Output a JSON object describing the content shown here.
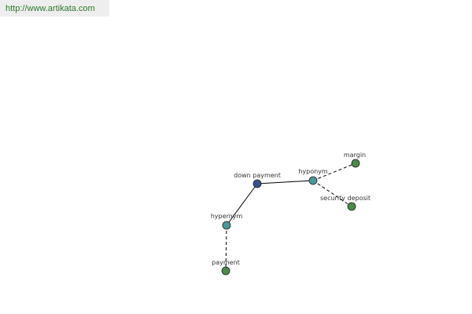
{
  "banner": {
    "url": "http://www.artikata.com"
  },
  "colors": {
    "center_node": "#3a4f8c",
    "relation_node": "#4a9a9a",
    "word_node": "#4a8a4a",
    "edge": "#000000",
    "banner_text": "#2b7a2b"
  },
  "graph": {
    "nodes": [
      {
        "id": "down-payment",
        "label": "down payment",
        "kind": "center"
      },
      {
        "id": "hyponym",
        "label": "hyponym",
        "kind": "relation"
      },
      {
        "id": "hypernym",
        "label": "hypernym",
        "kind": "relation"
      },
      {
        "id": "margin",
        "label": "margin",
        "kind": "word"
      },
      {
        "id": "security-deposit",
        "label": "security deposit",
        "kind": "word"
      },
      {
        "id": "payment",
        "label": "payment",
        "kind": "word"
      }
    ],
    "edges": [
      {
        "from": "down-payment",
        "to": "hyponym",
        "style": "solid"
      },
      {
        "from": "down-payment",
        "to": "hypernym",
        "style": "solid"
      },
      {
        "from": "hyponym",
        "to": "margin",
        "style": "dashed"
      },
      {
        "from": "hyponym",
        "to": "security-deposit",
        "style": "dashed"
      },
      {
        "from": "hypernym",
        "to": "payment",
        "style": "dashed"
      }
    ]
  }
}
